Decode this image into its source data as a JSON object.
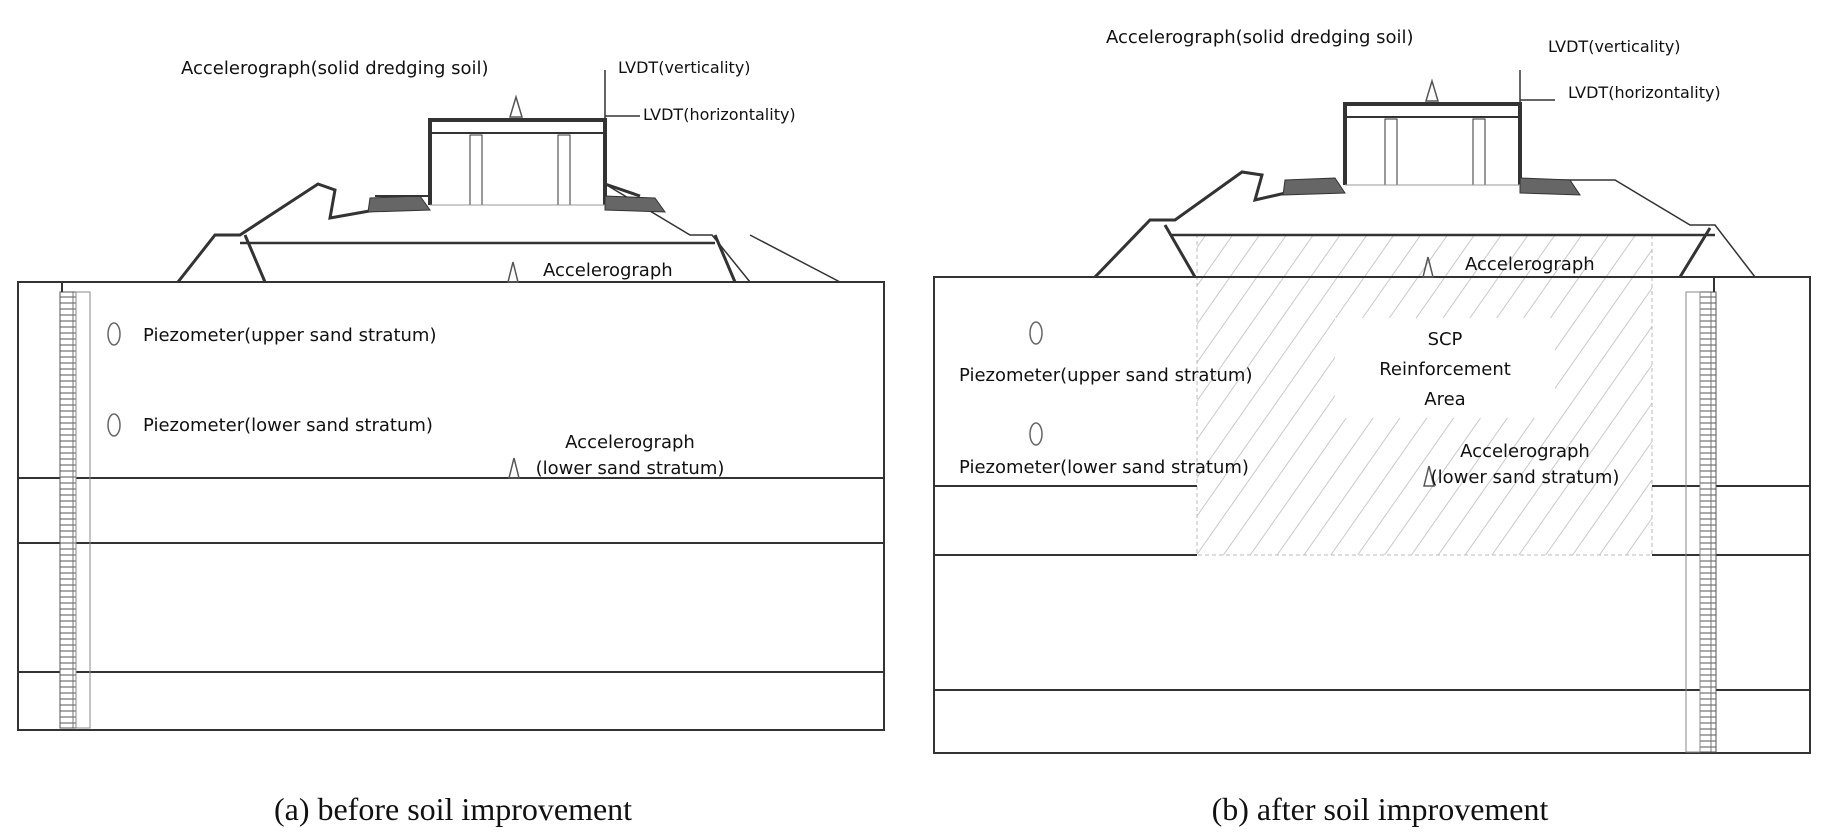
{
  "panel_a": {
    "top_accelerograph": "Accelerograph(solid dredging soil)",
    "lvdt_vertical": "LVDT(verticality)",
    "lvdt_horizontal": "LVDT(horizontality)",
    "accelerograph": "Accelerograph",
    "piezometer_upper": "Piezometer(upper sand stratum)",
    "piezometer_lower": "Piezometer(lower sand stratum)",
    "accelerograph_lower_line1": "Accelerograph",
    "accelerograph_lower_line2": "(lower sand stratum)",
    "caption": "(a) before soil improvement"
  },
  "panel_b": {
    "top_accelerograph": "Accelerograph(solid dredging soil)",
    "lvdt_vertical": "LVDT(verticality)",
    "lvdt_horizontal": "LVDT(horizontality)",
    "accelerograph": "Accelerograph",
    "scp_line1": "SCP",
    "scp_line2": "Reinforcement",
    "scp_line3": "Area",
    "piezometer_upper": "Piezometer(upper sand stratum)",
    "piezometer_lower": "Piezometer(lower sand stratum)",
    "accelerograph_lower_line1": "Accelerograph",
    "accelerograph_lower_line2": "(lower sand stratum)",
    "caption": "(b) after soil improvement"
  }
}
